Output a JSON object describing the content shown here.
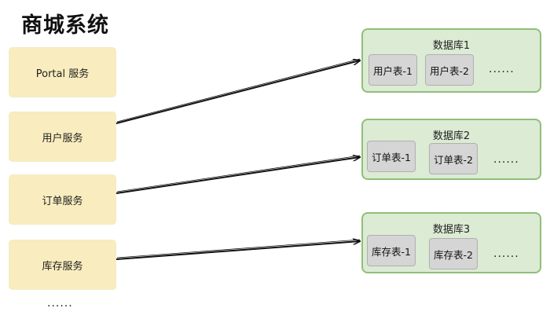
{
  "title": "商城系统",
  "services": [
    {
      "label": "Portal 服务"
    },
    {
      "label": "用户服务"
    },
    {
      "label": "订单服务"
    },
    {
      "label": "库存服务"
    }
  ],
  "services_more": "......",
  "databases": [
    {
      "label": "数据库1",
      "tables": [
        "用户表-1",
        "用户表-2"
      ],
      "more": "......"
    },
    {
      "label": "数据库2",
      "tables": [
        "订单表-1",
        "订单表-2"
      ],
      "more": "......"
    },
    {
      "label": "数据库3",
      "tables": [
        "库存表-1",
        "库存表-2"
      ],
      "more": "......"
    }
  ],
  "colors": {
    "service_fill": "#f9edbf",
    "database_fill": "#dcebd4",
    "database_border": "#8fbf78",
    "table_fill": "#d5d5d5",
    "arrow": "#111111"
  }
}
